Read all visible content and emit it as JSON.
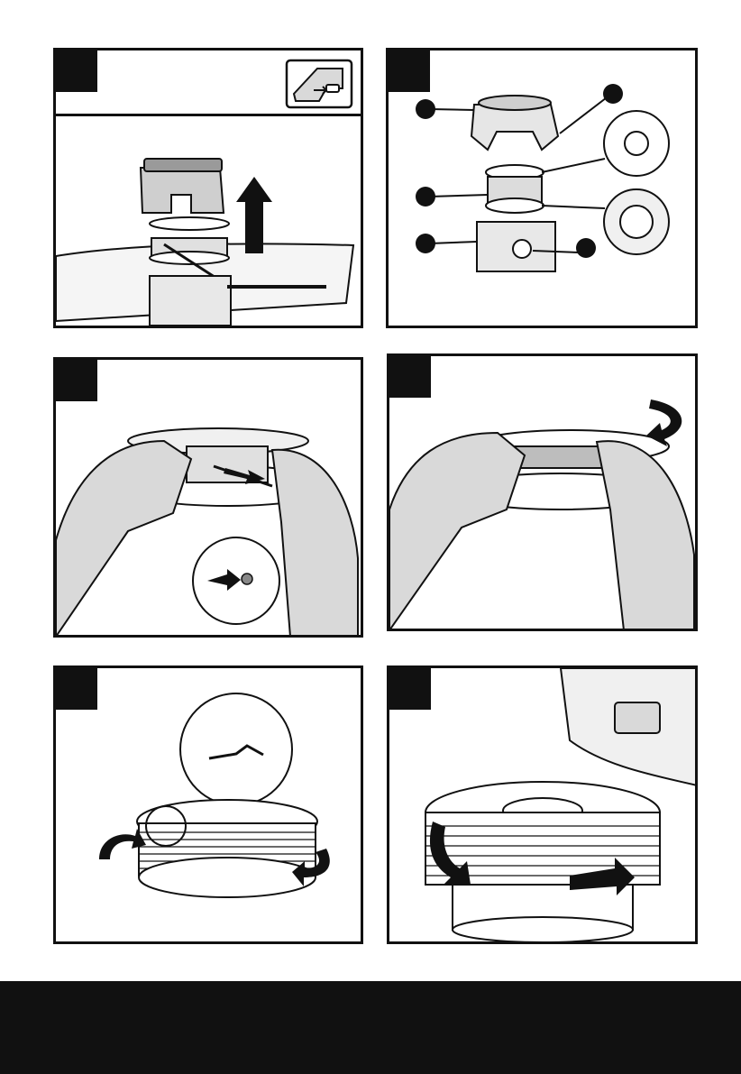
{
  "panels": [
    {
      "id": "panel-1",
      "step": ""
    },
    {
      "id": "panel-2",
      "step": ""
    },
    {
      "id": "panel-3",
      "step": ""
    },
    {
      "id": "panel-4",
      "step": ""
    },
    {
      "id": "panel-5",
      "step": ""
    },
    {
      "id": "panel-6",
      "step": ""
    }
  ],
  "callouts": [
    "",
    "",
    "",
    "",
    ""
  ],
  "colors": {
    "ink": "#111111",
    "grey": "#d9d9d9",
    "light": "#f0f0f0"
  }
}
